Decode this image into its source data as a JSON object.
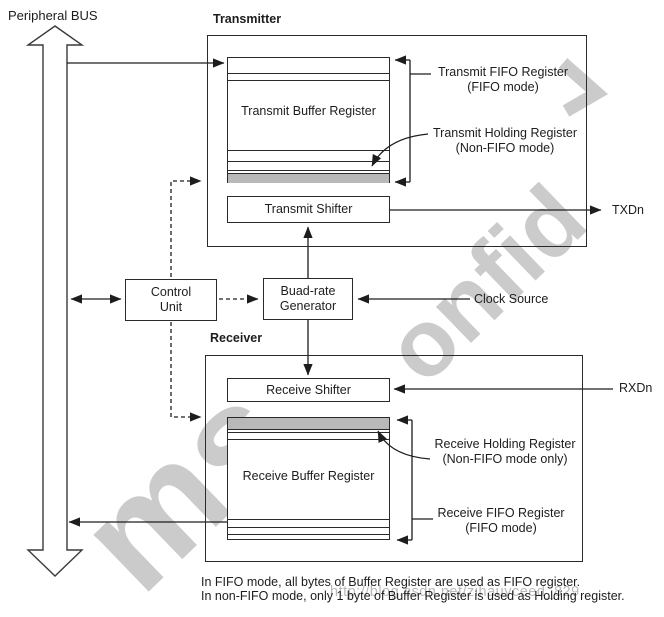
{
  "labels": {
    "peripheral_bus": "Peripheral BUS",
    "transmitter": "Transmitter",
    "receiver": "Receiver",
    "txdn": "TXDn",
    "rxdn": "RXDn",
    "clock_source": "Clock Source"
  },
  "blocks": {
    "transmit_buffer": "Transmit Buffer Register",
    "transmit_shifter": "Transmit Shifter",
    "control_unit": "Control\nUnit",
    "baud_rate_generator": "Buad-rate\nGenerator",
    "receive_shifter": "Receive Shifter",
    "receive_buffer": "Receive Buffer Register"
  },
  "annotations": {
    "tx_fifo": "Transmit FIFO Register\n(FIFO mode)",
    "tx_holding": "Transmit Holding Register\n(Non-FIFO mode)",
    "rx_holding": "Receive Holding Register\n(Non-FIFO mode only)",
    "rx_fifo": "Receive FIFO Register\n(FIFO mode)"
  },
  "notes": {
    "line1": "In FIFO mode, all bytes of Buffer Register are used as FIFO register.",
    "line2": "In non-FIFO mode, only 1 byte of Buffer Register is used as Holding register."
  },
  "watermark": {
    "fragment_bottom_left": "ms",
    "fragment_center": "onfid",
    "url": "http://blog.csdn.net/zihauyceed_829"
  },
  "colors": {
    "line": "#2a2a2a",
    "gray_band": "#b9b9b9",
    "watermark": "#bababa",
    "background": "#ffffff"
  }
}
